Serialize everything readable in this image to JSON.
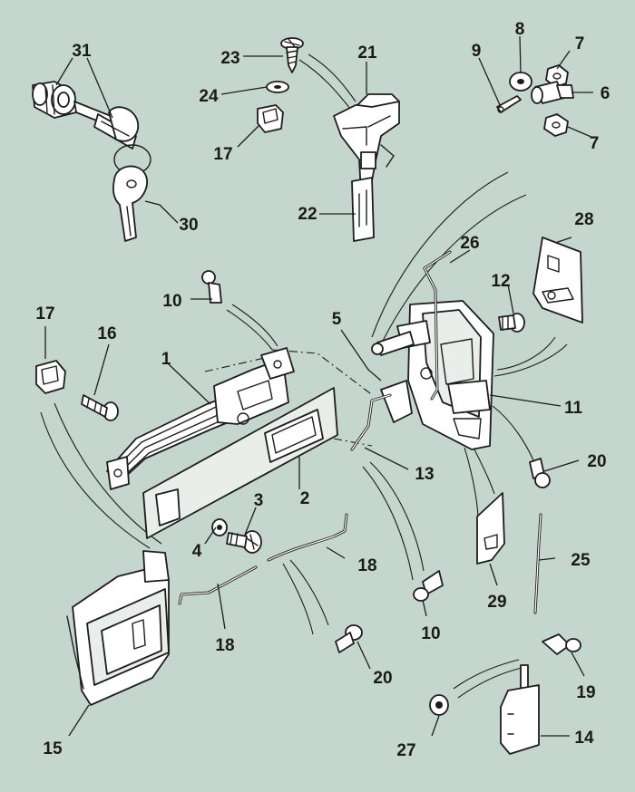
{
  "colors": {
    "background": "#c5d6ce",
    "line": "#1d1d1d",
    "part_fill": "#ffffff"
  },
  "callouts": {
    "c31": "31",
    "c30": "30",
    "c23": "23",
    "c24": "24",
    "c17a": "17",
    "c21": "21",
    "c22": "22",
    "c9": "9",
    "c8": "8",
    "c7a": "7",
    "c6": "6",
    "c7b": "7",
    "c28": "28",
    "c26": "26",
    "c12": "12",
    "c5": "5",
    "c11": "11",
    "c13": "13",
    "c20a": "20",
    "c10a": "10",
    "c17b": "17",
    "c16": "16",
    "c1": "1",
    "c2": "2",
    "c3": "3",
    "c4": "4",
    "c18a": "18",
    "c18b": "18",
    "c15": "15",
    "c10b": "10",
    "c20b": "20",
    "c25": "25",
    "c29": "29",
    "c19": "19",
    "c27": "27",
    "c14": "14"
  }
}
